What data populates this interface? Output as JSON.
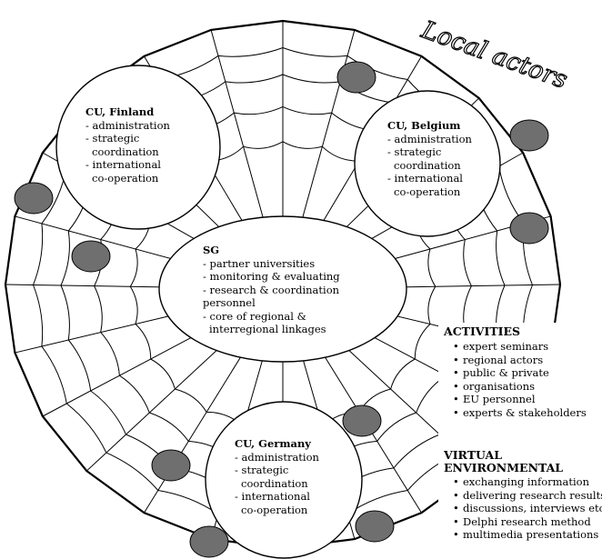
{
  "heading": "Local actors",
  "nodes": {
    "finland": {
      "title": "CU, Finland",
      "items": [
        "administration",
        "strategic",
        "coordination",
        "international",
        "co-operation"
      ]
    },
    "belgium": {
      "title": "CU, Belgium",
      "items": [
        "administration",
        "strategic",
        "coordination",
        "international",
        "co-operation"
      ]
    },
    "sg": {
      "title": "SG",
      "items": [
        "partner universities",
        "monitoring & evaluating",
        "research & coordination",
        "personnel",
        "core of regional &",
        "interregional linkages"
      ]
    },
    "germany": {
      "title": "CU, Germany",
      "items": [
        "administration",
        "strategic",
        "coordination",
        "international",
        "co-operation"
      ]
    }
  },
  "activities": {
    "title": "ACTIVITIES",
    "items": [
      "expert seminars",
      "regional actors",
      "public & private",
      "organisations",
      "EU personnel",
      "experts & stakeholders"
    ]
  },
  "virtual": {
    "title_line1": "VIRTUAL",
    "title_line2": "ENVIRONMENTAL",
    "items": [
      "exchanging information",
      "delivering research results,",
      "discussions, interviews etc",
      "Delphi research method",
      "multimedia presentations"
    ]
  },
  "colors": {
    "actor_fill": "#6f6f6f",
    "line": "#000000",
    "background": "#ffffff"
  }
}
